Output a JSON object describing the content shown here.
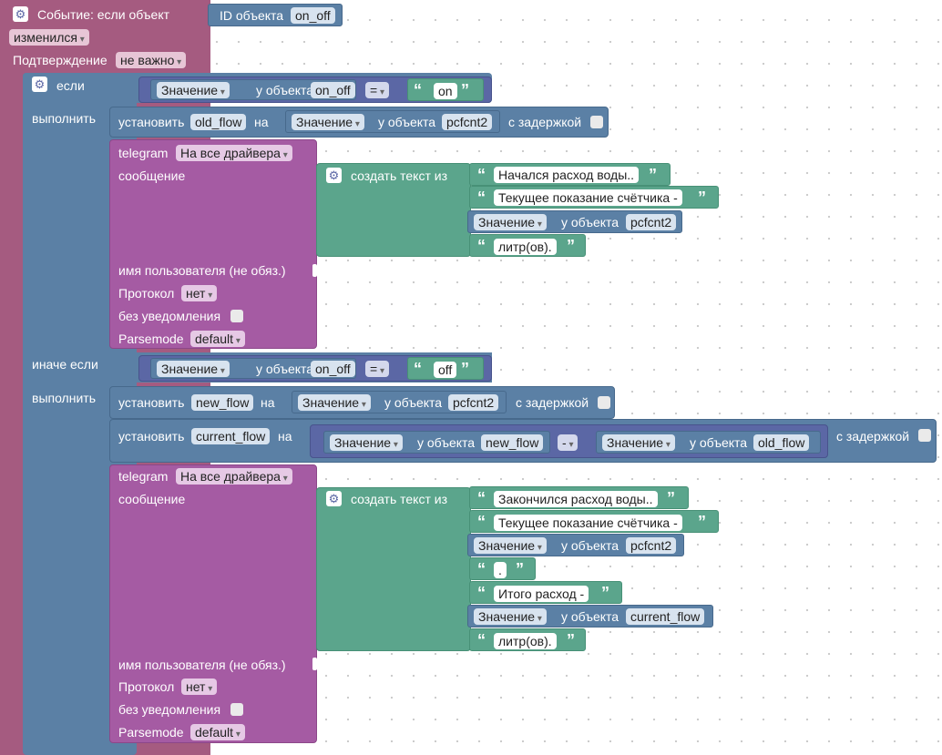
{
  "event": {
    "title": "Событие: если объект",
    "id_label": "ID объекта",
    "id_value": "on_off",
    "changed": "изменился",
    "ack_label": "Подтверждение",
    "ack_value": "не важно"
  },
  "if_block": {
    "if_label": "если",
    "do_label": "выполнить",
    "elseif_label": "иначе если",
    "do2_label": "выполнить"
  },
  "common": {
    "value": "Значение",
    "of_object": "у объекта",
    "set": "установить",
    "to": "на",
    "with_delay": "с задержкой",
    "telegram": "telegram",
    "all_drivers": "На все драйвера",
    "message": "сообщение",
    "create_text": "создать текст из",
    "username": "имя пользователя (не обяз.)",
    "protocol": "Протокол",
    "protocol_value": "нет",
    "no_notify": "без уведомления",
    "parsemode": "Parsemode",
    "parsemode_value": "default",
    "eq": "=",
    "minus": "-"
  },
  "branch1": {
    "cond_obj": "on_off",
    "cond_val": "on",
    "set_var": "old_flow",
    "set_obj": "pcfcnt2",
    "texts": [
      "Начался расход воды..",
      "Текущее показание счётчика -",
      "литр(ов)."
    ],
    "value_obj": "pcfcnt2"
  },
  "branch2": {
    "cond_obj": "on_off",
    "cond_val": "off",
    "set1_var": "new_flow",
    "set1_obj": "pcfcnt2",
    "set2_var": "current_flow",
    "set2_obj_a": "new_flow",
    "set2_obj_b": "old_flow",
    "texts": [
      "Закончился расход воды..",
      "Текущее показание счётчика -",
      ".",
      "Итого расход -",
      "литр(ов)."
    ],
    "value_obj1": "pcfcnt2",
    "value_obj2": "current_flow"
  },
  "colors": {
    "event": "#a55b80",
    "logic": "#5b80a5",
    "text": "#5ba58c",
    "telegram": "#a55ba3",
    "math": "#5b67a5"
  }
}
